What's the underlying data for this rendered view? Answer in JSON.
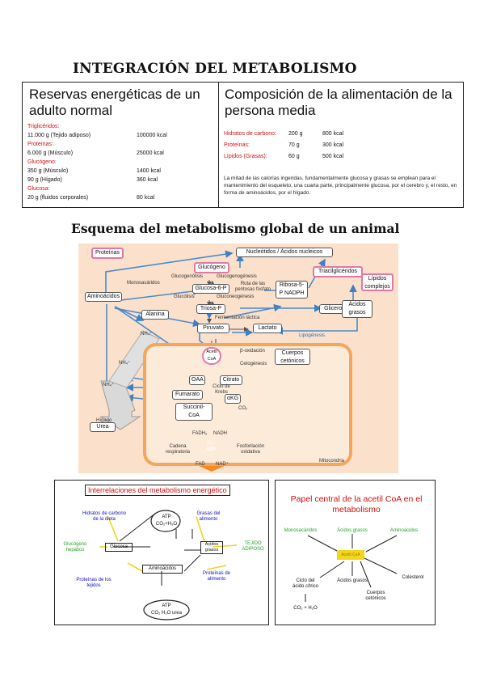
{
  "title": "INTEGRACIÓN DEL METABOLISMO",
  "table": {
    "left_title": "Reservas energéticas de un adulto normal",
    "right_title": "Composición de la alimentación de la persona media",
    "left_rows": [
      {
        "label": "Triglicéridos:",
        "amount": "",
        "kcal": "",
        "red": true
      },
      {
        "label": "11.000 g (Tejido adiposo)",
        "amount": "",
        "kcal": "100000 kcal",
        "red": false
      },
      {
        "label": "Proteínas:",
        "amount": "",
        "kcal": "",
        "red": true
      },
      {
        "label": "6.000 g (Músculo)",
        "amount": "",
        "kcal": "25000 kcal",
        "red": false
      },
      {
        "label": "Glucógeno:",
        "amount": "",
        "kcal": "",
        "red": true
      },
      {
        "label": "350 g (Músculo)",
        "amount": "",
        "kcal": "1400 kcal",
        "red": false
      },
      {
        "label": "90 g (Hígado)",
        "amount": "",
        "kcal": "360 kcal",
        "red": false
      },
      {
        "label": "Glucosa:",
        "amount": "",
        "kcal": "",
        "red": true
      },
      {
        "label": "20 g (fluidos corporales)",
        "amount": "",
        "kcal": "80 kcal",
        "red": false
      }
    ],
    "right_rows": [
      {
        "label": "Hidratos de carbono:",
        "amount": "200 g",
        "kcal": "800 kcal"
      },
      {
        "label": "Proteínas:",
        "amount": "70 g",
        "kcal": "300 kcal"
      },
      {
        "label": "Lípidos (Grasas):",
        "amount": "60 g",
        "kcal": "500 kcal"
      }
    ],
    "note": "La mitad de las calorías ingeridas, fundamentalmente glucosa y grasas se emplean para el mantenimiento del esqueleto, una cuarta parte, principalmente glucosa, por el cerebro y, el resto, en forma de aminoácidos, por el hígado."
  },
  "section_title": "Esquema del metabolismo global de un animal",
  "diagram": {
    "proteinas": "Proteínas",
    "aminoacidos": "Aminoácidos",
    "monosacaridos": "Monosacáridos",
    "glucogeno": "Glucógeno",
    "nucleotidos": "Nucleótidos / Ácidos nucleicos",
    "glucogenolisis": "Glucogenólisis",
    "glucogenogenesis": "Glucogenogénesis",
    "glucosa6p": "Glucosa-6-P",
    "ruta_pentosas": "Ruta de las pentosas fosfato",
    "ribosa": "Ribosa-5-P NADPH",
    "trigliceridos": "Triacilglicéridos",
    "lipidos_complejos": "Lípidos complejos",
    "glucolisis": "Glucólisis",
    "gluconeogenesis": "Gluconeogénesis",
    "triosa": "Triosa-P",
    "glicerol": "Glicerol",
    "acidos_grasos": "Ácidos grasos",
    "fermentacion": "Fermentación láctica",
    "alanina": "Alanina",
    "piruvato": "Piruvato",
    "lactato": "Lactato",
    "lipogenesis": "Lipogénesis",
    "nh4": "NH₄⁺",
    "acetil": "Acetil CoA",
    "beta_oxidacion": "β-oxidación",
    "cetogenesis": "Cetogénesis",
    "cuerpos": "Cuerpos cetónicos",
    "oaa": "OAA",
    "citrato": "Citrato",
    "ciclo_krebs": "Ciclo de Krebs",
    "fumarato": "Fumarato",
    "akg": "αKG",
    "succinil": "Succinil-CoA",
    "co2": "CO₂",
    "higado": "Hígado",
    "urea": "Urea",
    "fadh2": "FADH₂",
    "nadh": "NADH",
    "cadena": "Cadena respiratoria",
    "fosforilacion": "Fosforilación oxidativa",
    "o2": "O₂",
    "atp": "ATP",
    "fad": "FAD",
    "nad": "NAD⁺",
    "mitocondria": "Mitocondria"
  },
  "panel1": {
    "title": "Interrelaciones del metabolismo energético",
    "atp_top": "ATP",
    "atp_bottom": "CO₂+H₂O",
    "hidratos": "Hidratos de carbono de la dieta",
    "grasas_alimento": "Grasas del alimento",
    "glucogeno_hepatico": "Glucógeno hepático",
    "glucosa": "Glucosa",
    "acidos_grasos": "Ácidos grasos",
    "tejido": "TEJIDO ADIPOSO",
    "aminoacidos": "Aminoácidos",
    "proteinas_tejidos": "Proteínas de los tejidos",
    "proteinas_alimento": "Proteínas de alimento",
    "atp2_top": "ATP",
    "atp2_bottom": "CO₂ H₂O urea"
  },
  "panel2": {
    "title": "Papel central de la acetil CoA en el metabolismo",
    "monosacaridos": "Monosacáridos",
    "acidos_grasos_top": "Ácidos grasos",
    "aminoacidos": "Aminoácidos",
    "acetil": "Acetil CoA",
    "ciclo": "Ciclo del ácido cítrico",
    "co2": "CO₂ + H₂O",
    "acidos_grasos": "Ácidos grasos",
    "colesterol": "Colesterol",
    "cuerpos": "Cuerpos cetónicos"
  },
  "colors": {
    "accent_red": "#d01010",
    "pink": "#e07aa5",
    "blue": "#2a73c2",
    "orange": "#f4a65c",
    "green": "#2aa12a",
    "yellow": "#f2d61b"
  }
}
